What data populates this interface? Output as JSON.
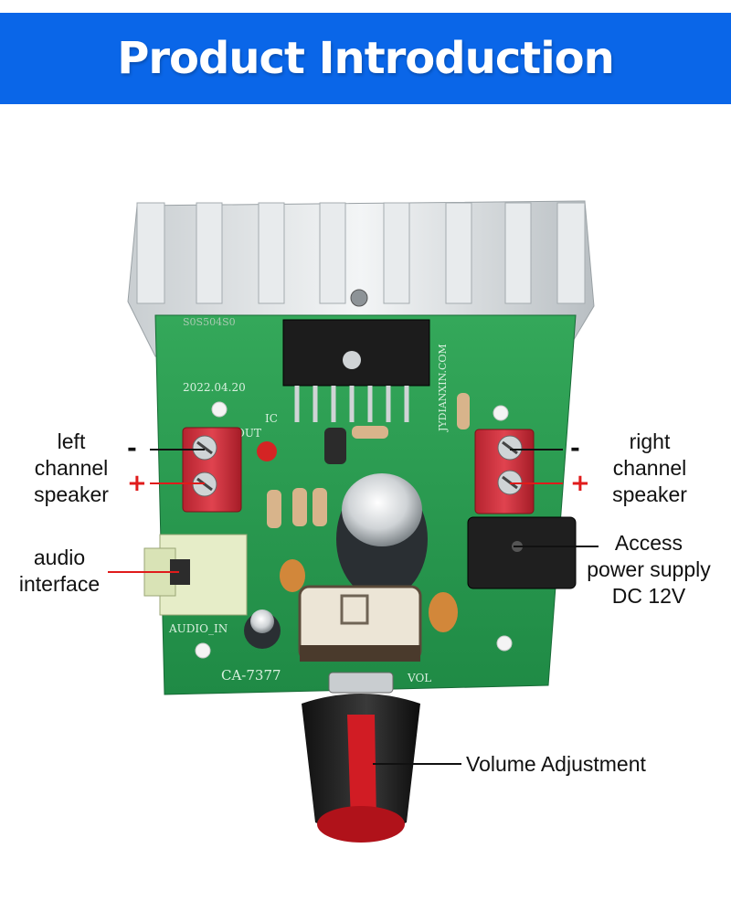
{
  "banner": {
    "title": "Product Introduction",
    "color": "#0a66e8"
  },
  "board": {
    "silk_date": "2022.04.20",
    "silk_code": "S0S504S0",
    "silk_ic": "IC",
    "silk_site": "JYDIANXIN.COM",
    "silk_model": "CA-7377",
    "silk_audio_in": "AUDIO_IN",
    "silk_vol": "VOL",
    "silk_out": "OUT"
  },
  "labels": {
    "left_speaker": [
      "left",
      "channel",
      "speaker"
    ],
    "right_speaker": [
      "right",
      "channel",
      "speaker"
    ],
    "audio": [
      "audio",
      "interface"
    ],
    "power": [
      "Access",
      "power supply",
      "DC 12V"
    ],
    "volume": "Volume Adjustment",
    "minus": "-",
    "plus": "+"
  },
  "colors": {
    "pointer_red": "#e01b1b",
    "pointer_black": "#111111"
  }
}
